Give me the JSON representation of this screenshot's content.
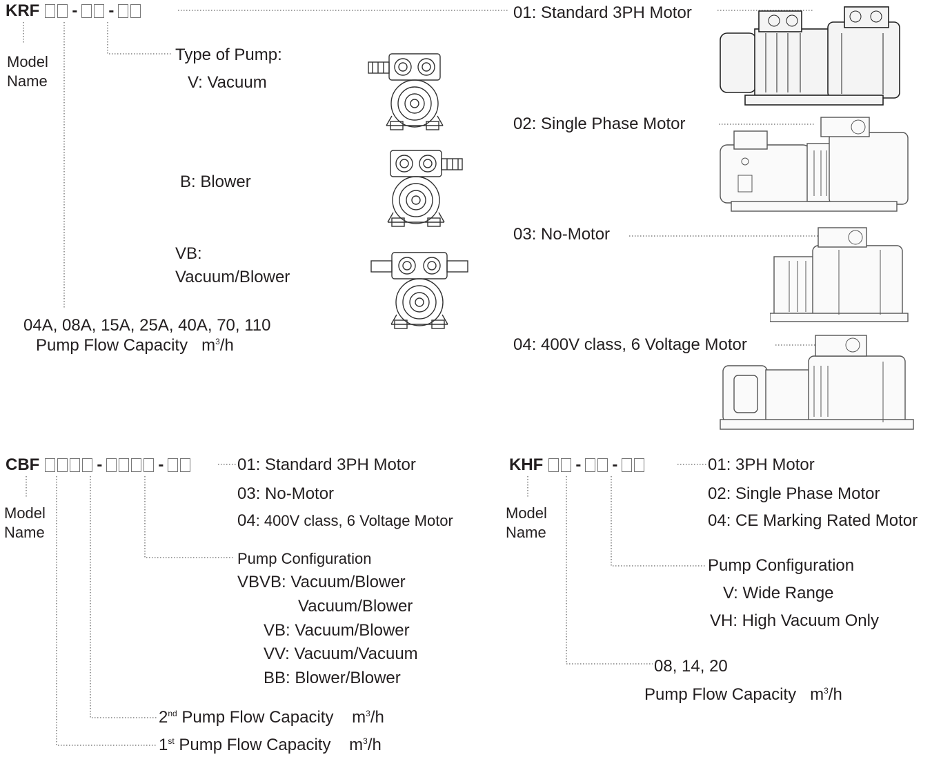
{
  "krf": {
    "prefix": "KRF",
    "model_label": "Model",
    "name_label": "Name",
    "type_heading": "Type of Pump:",
    "type_v": "V: Vacuum",
    "type_b": "B: Blower",
    "type_vb_1": "VB:",
    "type_vb_2": "Vacuum/Blower",
    "capacities": "04A, 08A, 15A, 25A, 40A, 70, 110",
    "capacity_label": "Pump Flow Capacity",
    "unit_m": "m",
    "unit_sup": "3",
    "unit_tail": "/h",
    "motors": [
      "01: Standard 3PH Motor",
      "02: Single Phase Motor",
      "03: No-Motor",
      "04: 400V class, 6 Voltage Motor"
    ]
  },
  "cbf": {
    "prefix": "CBF",
    "model_label": "Model",
    "name_label": "Name",
    "motor_01": "01: Standard 3PH Motor",
    "motor_03": "03: No-Motor",
    "motor_04_code": "04",
    "motor_04_text": ": 400V class, 6 Voltage Motor",
    "config_heading": "Pump Configuration",
    "config_items": [
      "VBVB: Vacuum/Blower",
      "Vacuum/Blower",
      "VB: Vacuum/Blower",
      "VV: Vacuum/Vacuum",
      "BB: Blower/Blower"
    ],
    "second_num": "2",
    "second_sup": "nd",
    "first_num": "1",
    "first_sup": "st",
    "flow_label": " Pump Flow Capacity",
    "unit_m": "m",
    "unit_sup": "3",
    "unit_tail": "/h"
  },
  "khf": {
    "prefix": "KHF",
    "model_label": "Model",
    "name_label": "Name",
    "motors": [
      "01: 3PH Motor",
      "02: Single Phase Motor",
      "04: CE Marking Rated Motor"
    ],
    "config_heading": "Pump Configuration",
    "config_v": "V: Wide Range",
    "config_vh": "VH: High Vacuum Only",
    "capacities": "08, 14, 20",
    "capacity_label": "Pump Flow Capacity",
    "unit_m": "m",
    "unit_sup": "3",
    "unit_tail": "/h"
  }
}
